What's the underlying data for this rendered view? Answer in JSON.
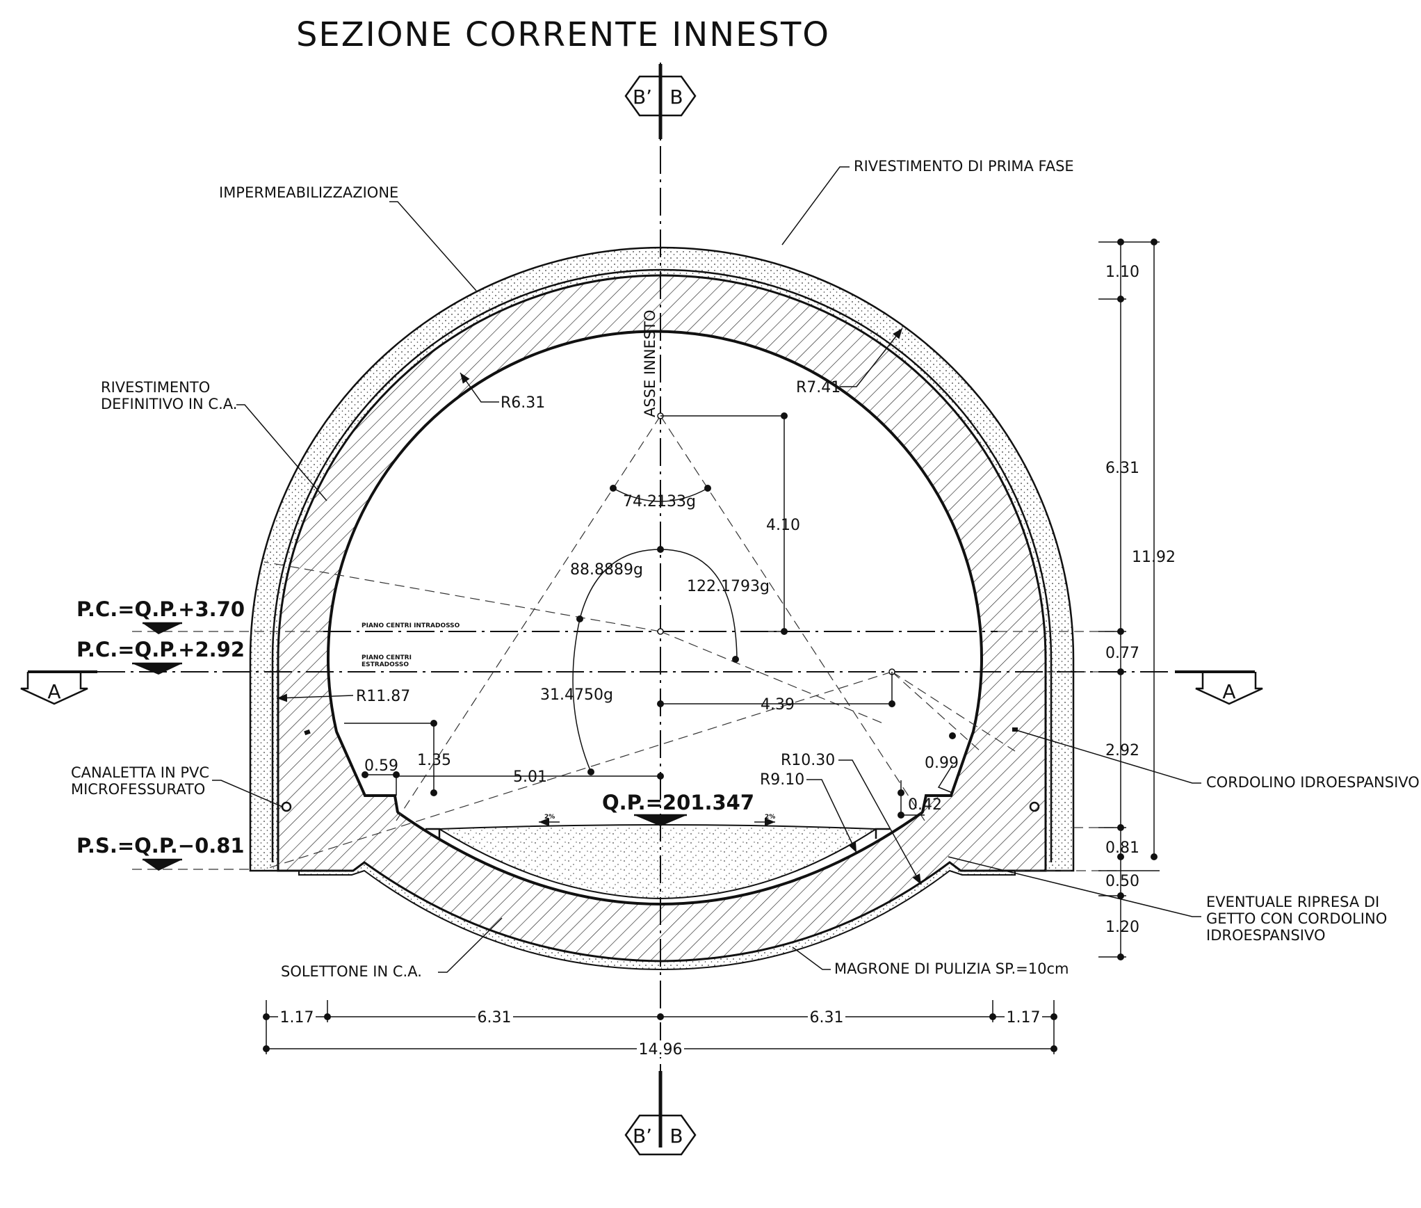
{
  "title": "SEZIONE CORRENTE INNESTO",
  "section_marks": {
    "b_prime": "B’",
    "b": "B",
    "a": "A"
  },
  "callouts": {
    "impermeabilizzazione": "IMPERMEABILIZZAZIONE",
    "rivestimento_prima_fase": "RIVESTIMENTO DI PRIMA FASE",
    "rivestimento_definitivo_1": "RIVESTIMENTO",
    "rivestimento_definitivo_2": "DEFINITIVO IN C.A.",
    "canaletta_1": "CANALETTA IN PVC",
    "canaletta_2": "MICROFESSURATO",
    "cordolino": "CORDOLINO IDROESPANSIVO",
    "ripresa_1": "EVENTUALE RIPRESA DI",
    "ripresa_2": "GETTO CON CORDOLINO",
    "ripresa_3": "IDROESPANSIVO",
    "solettone": "SOLETTONE IN C.A.",
    "magrone": "MAGRONE DI PULIZIA SP.=10cm",
    "asse": "ASSE INNESTO",
    "piano_intradosso": "PIANO CENTRI INTRADOSSO",
    "piano_estradosso_1": "PIANO CENTRI",
    "piano_estradosso_2": "ESTRADOSSO"
  },
  "levels": {
    "pc_intradosso": "P.C.=Q.P.+3.70",
    "pc_estradosso": "P.C.=Q.P.+2.92",
    "ps": "P.S.=Q.P.−0.81",
    "qp": "Q.P.=201.347"
  },
  "radii": {
    "r631": "R6.31",
    "r741": "R7.41",
    "r1187": "R11.87",
    "r1030": "R10.30",
    "r910": "R9.10"
  },
  "angles": {
    "a1": "74.2133g",
    "a2": "88.8889g",
    "a3": "122.1793g",
    "a4": "31.4750g"
  },
  "inner_dims": {
    "d410": "4.10",
    "d439": "4.39",
    "d135": "1.35",
    "d059": "0.59",
    "d501": "5.01",
    "d099": "0.99",
    "d042": "0.42",
    "slope_l": "2%",
    "slope_r": "2%"
  },
  "vertical_dims": [
    "1.10",
    "6.31",
    "0.77",
    "2.92",
    "0.81",
    "0.50",
    "1.20"
  ],
  "vertical_total": "11.92",
  "bottom_dims": [
    "1.17",
    "6.31",
    "6.31",
    "1.17"
  ],
  "bottom_total": "14.96"
}
